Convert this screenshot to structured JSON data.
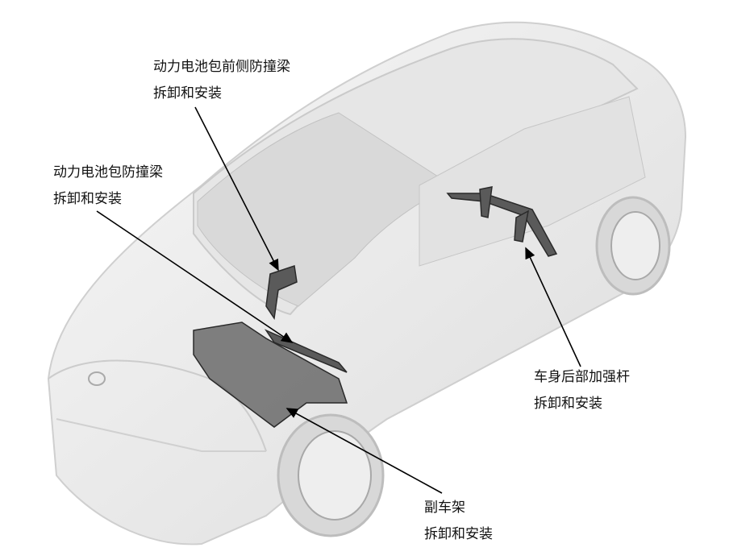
{
  "callouts": [
    {
      "line1": "动力电池包前侧防撞梁",
      "line2": "拆卸和安装"
    },
    {
      "line1": "动力电池包防撞梁",
      "line2": "拆卸和安装"
    },
    {
      "line1": "车身后部加强杆",
      "line2": "拆卸和安装"
    },
    {
      "line1": "副车架",
      "line2": "拆卸和安装"
    }
  ],
  "colors": {
    "body": "#efefef",
    "outline": "#c8c8c8",
    "part": "#4a4a4a",
    "leader": "#000000"
  }
}
